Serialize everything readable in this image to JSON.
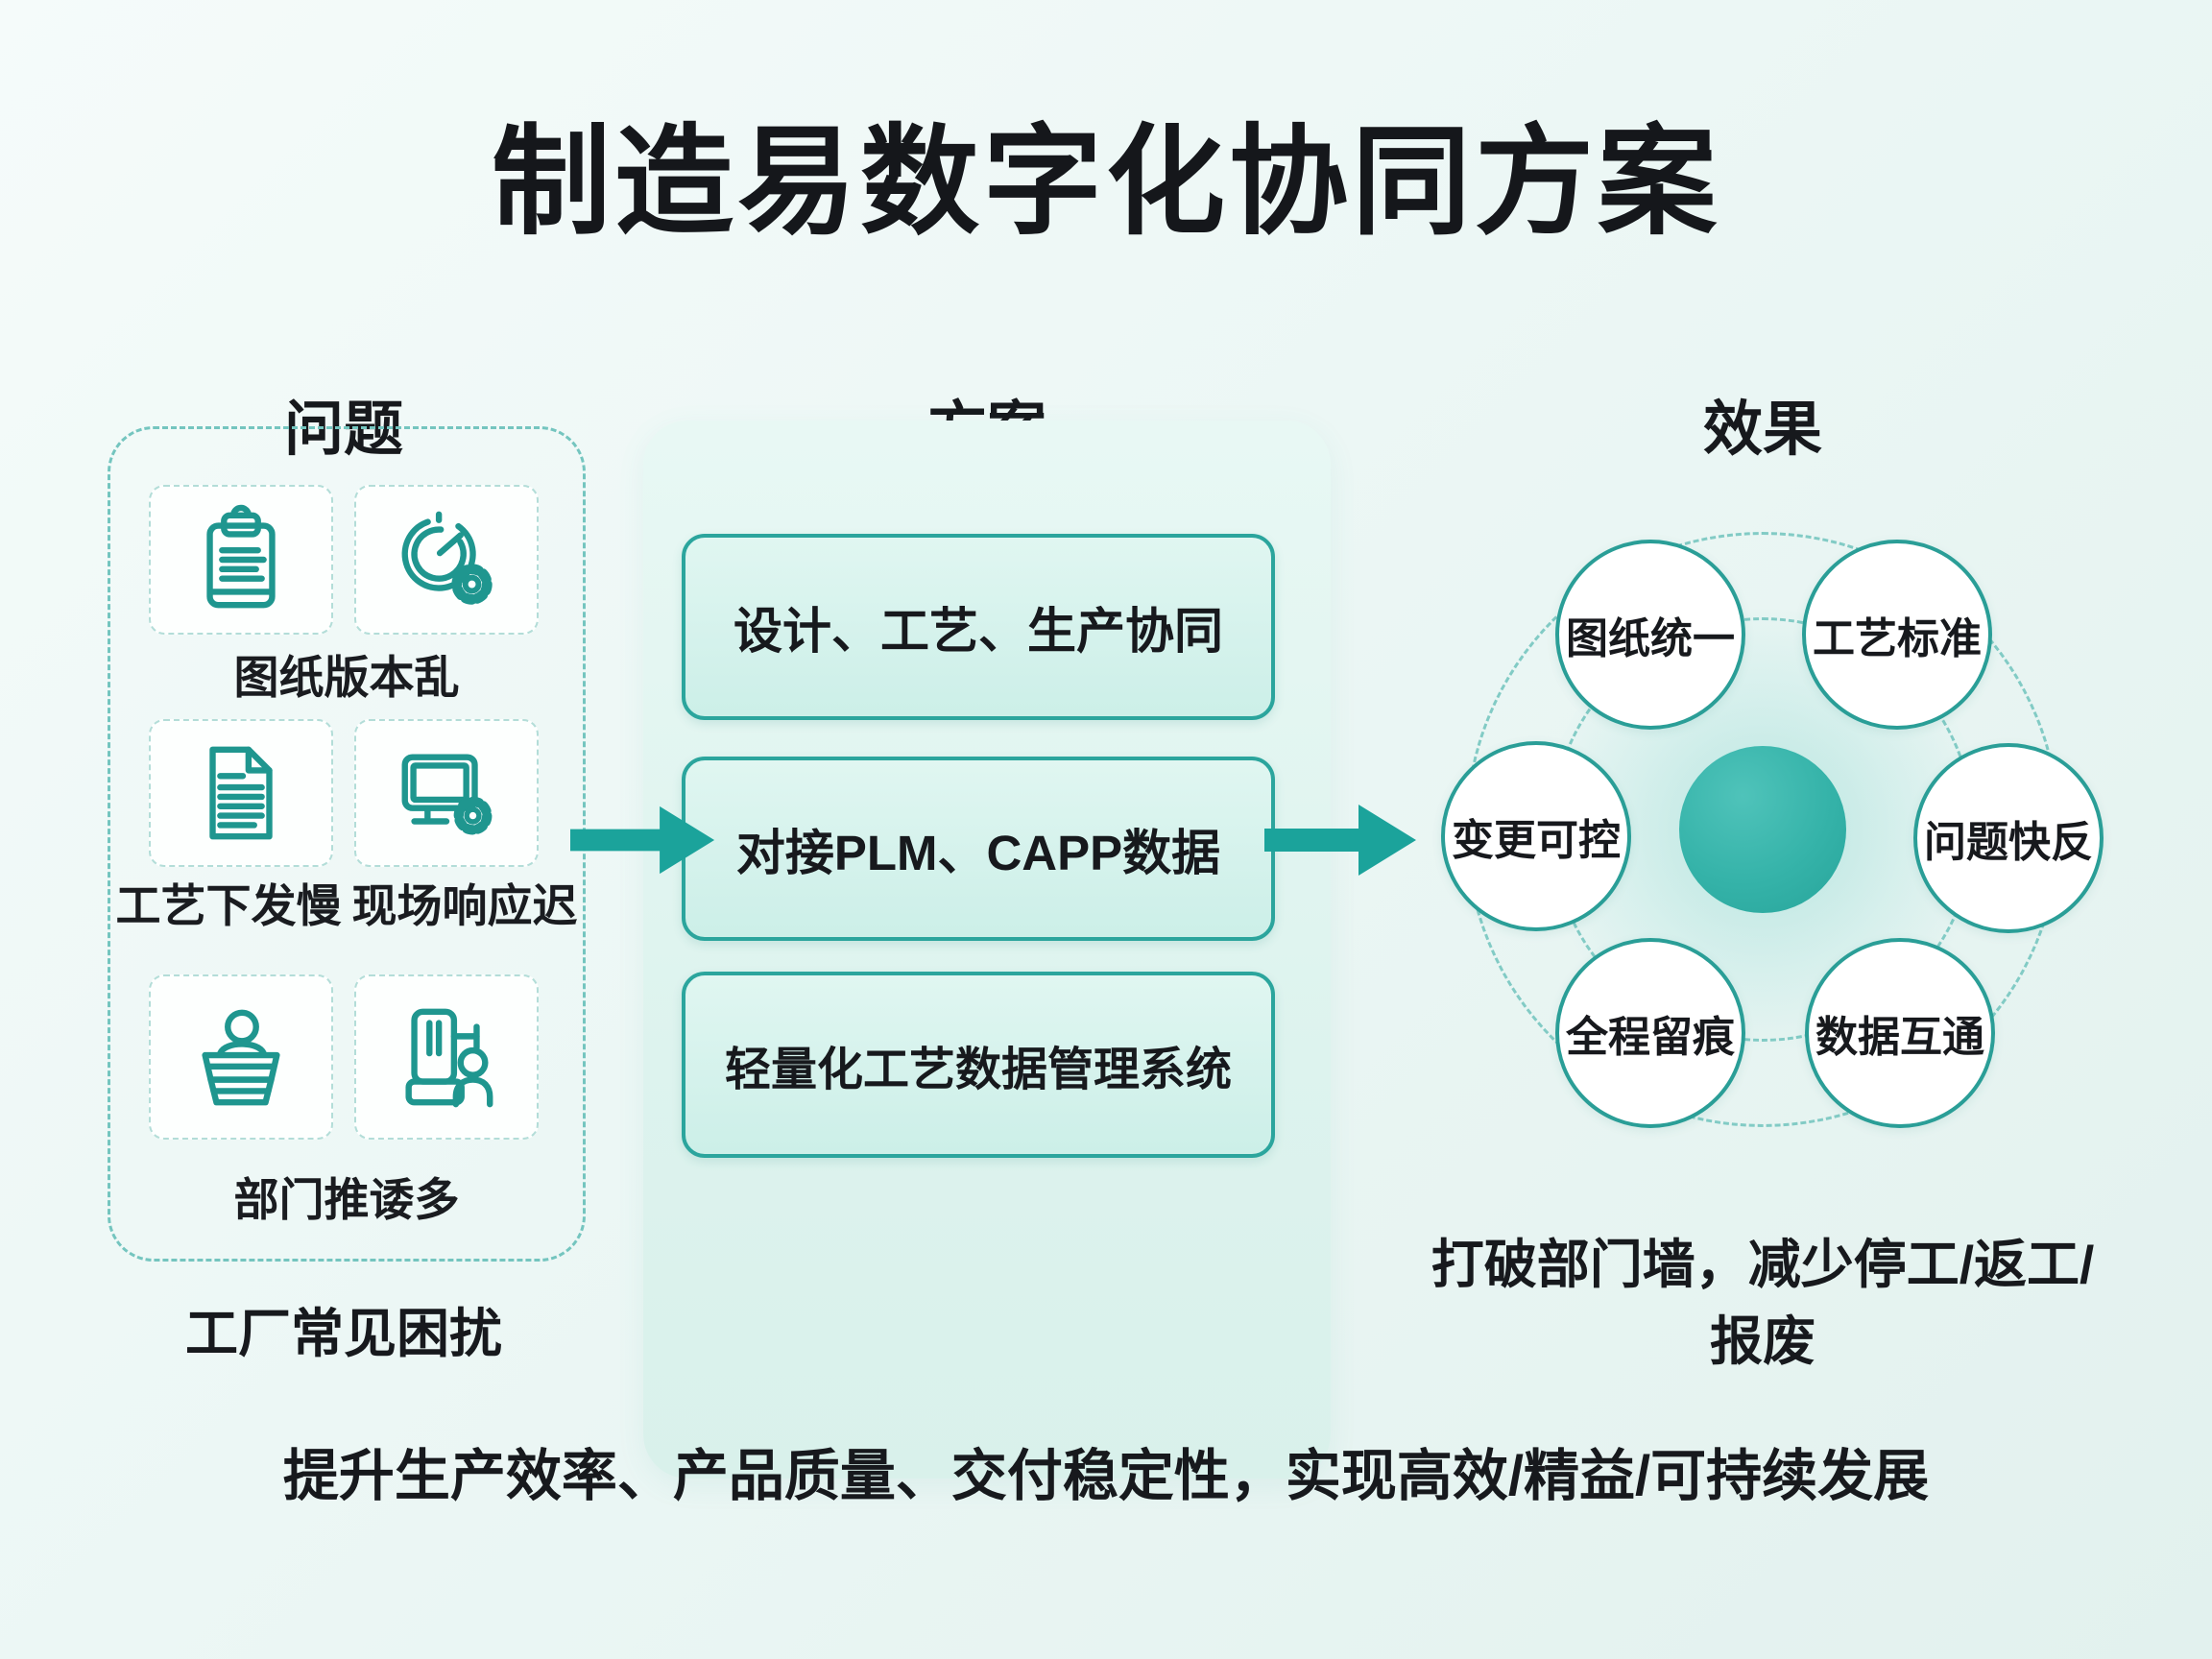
{
  "title": "制造易数字化协同方案",
  "problems": {
    "header": "问题",
    "label_row1": "图纸版本乱",
    "label_row2_left": "工艺下发慢",
    "label_row2_right": "现场响应迟",
    "label_row3": "部门推诿多",
    "caption": "工厂常见困扰",
    "icons": [
      "clipboard-icon",
      "gauge-gear-icon",
      "document-icon",
      "monitor-gear-icon",
      "podium-person-icon",
      "machine-person-icon"
    ]
  },
  "solution": {
    "header": "方案",
    "boxes": [
      {
        "label": "设计、工艺、生产协同"
      },
      {
        "label": "对接PLM、CAPP数据"
      },
      {
        "label": "轻量化工艺数据管理系统"
      }
    ]
  },
  "effects": {
    "header": "效果",
    "circles": [
      {
        "label": "图纸统一"
      },
      {
        "label": "工艺标准"
      },
      {
        "label": "变更可控"
      },
      {
        "label": "问题快反"
      },
      {
        "label": "全程留痕"
      },
      {
        "label": "数据互通"
      }
    ],
    "note": "打破部门墙，减少停工/返工/报废"
  },
  "footer": "提升生产效率、产品质量、交付稳定性，实现高效/精益/可持续发展",
  "colors": {
    "accent": "#1fa29a",
    "accent_dark": "#17918a",
    "box_border": "#2ba59d",
    "box_fill": "#d6f2ec",
    "panel_fill": "#e2f5f0",
    "dashed_border": "#74c5bf",
    "hub_fill": "#35b3a9",
    "text": "#17191d",
    "background": "#ecf7f5"
  }
}
